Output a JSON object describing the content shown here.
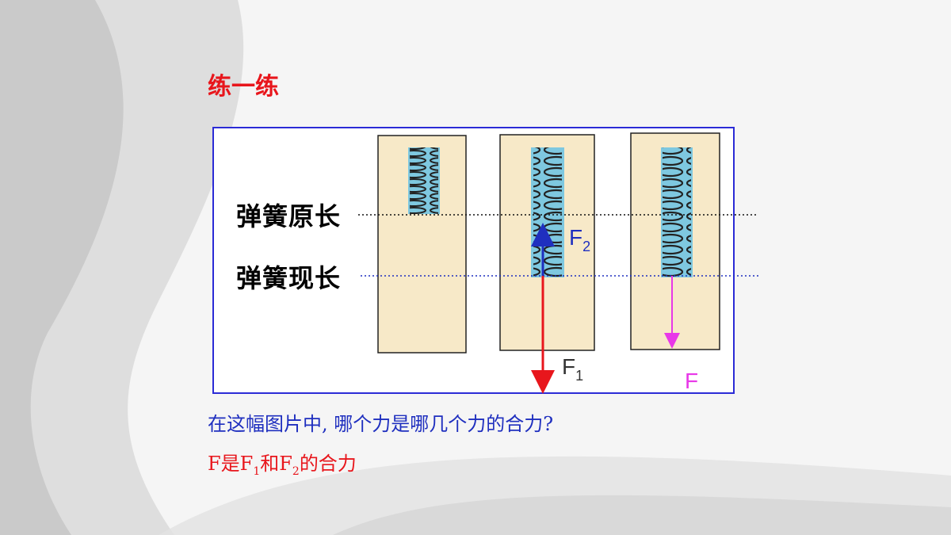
{
  "slide": {
    "title": "练一练",
    "label_original": "弹簧原长",
    "label_current": "弹簧现长",
    "question": "在这幅图片中, 哪个力是哪几个力的合力?",
    "answer": {
      "p1": "F是F",
      "s1": "1",
      "p2": "和F",
      "s2": "2",
      "p3": "的合力"
    }
  },
  "forces": {
    "f1": {
      "letter": "F",
      "sub": "1",
      "color": "#e8161c"
    },
    "f2": {
      "letter": "F",
      "sub": "2",
      "color": "#1f2fbf"
    },
    "f": {
      "letter": "F",
      "color": "#e838e8"
    }
  },
  "colors": {
    "frame": "#2b2bd6",
    "panel": "#f7e9c8",
    "spring_bg": "#7ec8e0"
  }
}
